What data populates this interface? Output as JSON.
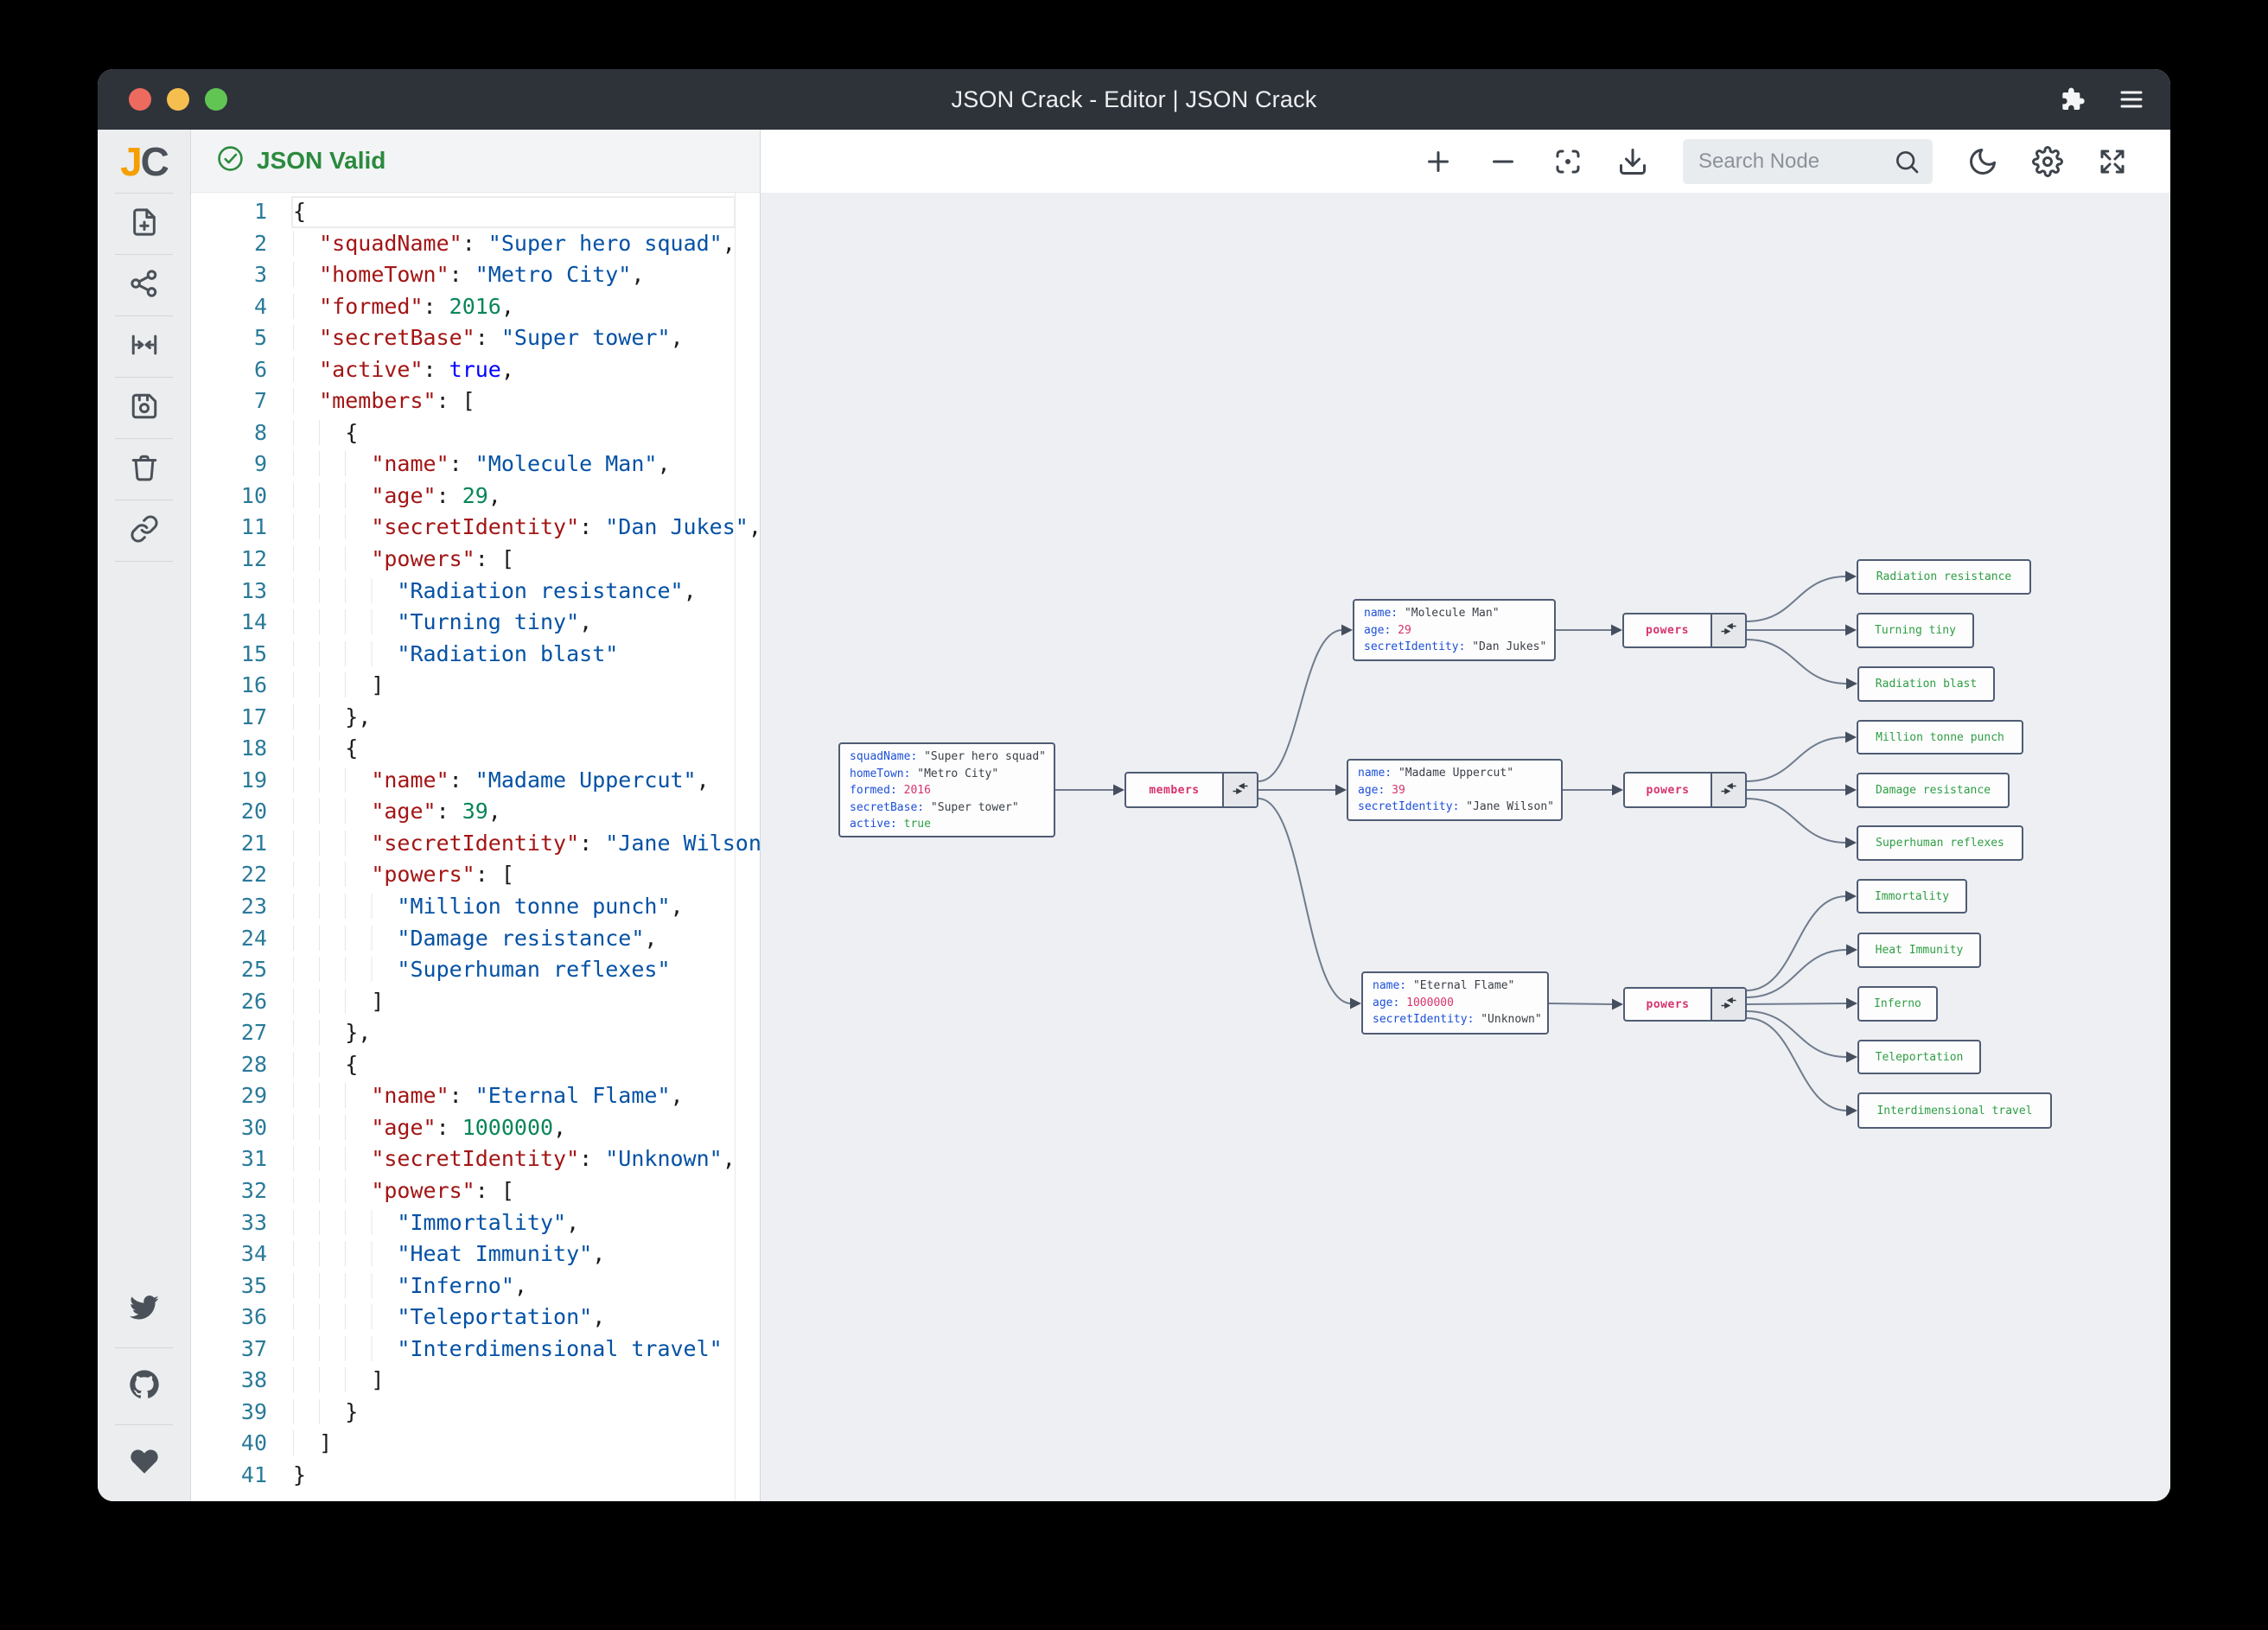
{
  "titlebar": {
    "title": "JSON Crack - Editor | JSON Crack",
    "traffic_lights": [
      "close",
      "minimize",
      "expand"
    ]
  },
  "sidebar": {
    "logo_j": "J",
    "logo_c": "C",
    "tools": [
      "new-document",
      "graph-view",
      "fit-view",
      "save",
      "delete",
      "share-link"
    ],
    "social": [
      "twitter",
      "github",
      "sponsor"
    ]
  },
  "status": {
    "valid_label": "JSON Valid"
  },
  "graph_toolbar": {
    "search_placeholder": "Search Node",
    "search_value": "",
    "icons": [
      "zoom-in",
      "zoom-out",
      "focus",
      "download",
      "search",
      "dark-mode",
      "settings",
      "fullscreen"
    ]
  },
  "colors": {
    "valid_green": "#2b8a3e",
    "editor_key": "#a31515",
    "editor_string": "#0451a5",
    "editor_number": "#098658",
    "editor_bool": "#0000ff",
    "line_number": "#2a7a99",
    "node_key_blue": "#1d50d8",
    "node_number_pink": "#d6336c",
    "node_bool_green": "#2f9e44",
    "leaf_green": "#2f9e44",
    "node_border": "#505c74",
    "edge_gray": "#6f7b8d",
    "titlebar_bg": "#2e333a",
    "traffic_red": "#ed6a5e",
    "traffic_yellow": "#f5bf4f",
    "traffic_green": "#61c554"
  },
  "editor": {
    "lines": [
      {
        "n": 1,
        "t": [
          [
            "p",
            "{"
          ]
        ]
      },
      {
        "n": 2,
        "t": [
          [
            "i",
            "  "
          ],
          [
            "k",
            "\"squadName\""
          ],
          [
            "p",
            ": "
          ],
          [
            "s",
            "\"Super hero squad\""
          ],
          [
            "p",
            ","
          ]
        ]
      },
      {
        "n": 3,
        "t": [
          [
            "i",
            "  "
          ],
          [
            "k",
            "\"homeTown\""
          ],
          [
            "p",
            ": "
          ],
          [
            "s",
            "\"Metro City\""
          ],
          [
            "p",
            ","
          ]
        ]
      },
      {
        "n": 4,
        "t": [
          [
            "i",
            "  "
          ],
          [
            "k",
            "\"formed\""
          ],
          [
            "p",
            ": "
          ],
          [
            "n",
            "2016"
          ],
          [
            "p",
            ","
          ]
        ]
      },
      {
        "n": 5,
        "t": [
          [
            "i",
            "  "
          ],
          [
            "k",
            "\"secretBase\""
          ],
          [
            "p",
            ": "
          ],
          [
            "s",
            "\"Super tower\""
          ],
          [
            "p",
            ","
          ]
        ]
      },
      {
        "n": 6,
        "t": [
          [
            "i",
            "  "
          ],
          [
            "k",
            "\"active\""
          ],
          [
            "p",
            ": "
          ],
          [
            "b",
            "true"
          ],
          [
            "p",
            ","
          ]
        ]
      },
      {
        "n": 7,
        "t": [
          [
            "i",
            "  "
          ],
          [
            "k",
            "\"members\""
          ],
          [
            "p",
            ": ["
          ]
        ]
      },
      {
        "n": 8,
        "t": [
          [
            "i",
            "    "
          ],
          [
            "p",
            "{"
          ]
        ]
      },
      {
        "n": 9,
        "t": [
          [
            "i",
            "      "
          ],
          [
            "k",
            "\"name\""
          ],
          [
            "p",
            ": "
          ],
          [
            "s",
            "\"Molecule Man\""
          ],
          [
            "p",
            ","
          ]
        ]
      },
      {
        "n": 10,
        "t": [
          [
            "i",
            "      "
          ],
          [
            "k",
            "\"age\""
          ],
          [
            "p",
            ": "
          ],
          [
            "n",
            "29"
          ],
          [
            "p",
            ","
          ]
        ]
      },
      {
        "n": 11,
        "t": [
          [
            "i",
            "      "
          ],
          [
            "k",
            "\"secretIdentity\""
          ],
          [
            "p",
            ": "
          ],
          [
            "s",
            "\"Dan Jukes\""
          ],
          [
            "p",
            ","
          ]
        ]
      },
      {
        "n": 12,
        "t": [
          [
            "i",
            "      "
          ],
          [
            "k",
            "\"powers\""
          ],
          [
            "p",
            ": ["
          ]
        ]
      },
      {
        "n": 13,
        "t": [
          [
            "i",
            "        "
          ],
          [
            "s",
            "\"Radiation resistance\""
          ],
          [
            "p",
            ","
          ]
        ]
      },
      {
        "n": 14,
        "t": [
          [
            "i",
            "        "
          ],
          [
            "s",
            "\"Turning tiny\""
          ],
          [
            "p",
            ","
          ]
        ]
      },
      {
        "n": 15,
        "t": [
          [
            "i",
            "        "
          ],
          [
            "s",
            "\"Radiation blast\""
          ]
        ]
      },
      {
        "n": 16,
        "t": [
          [
            "i",
            "      "
          ],
          [
            "p",
            "]"
          ]
        ]
      },
      {
        "n": 17,
        "t": [
          [
            "i",
            "    "
          ],
          [
            "p",
            "},"
          ]
        ]
      },
      {
        "n": 18,
        "t": [
          [
            "i",
            "    "
          ],
          [
            "p",
            "{"
          ]
        ]
      },
      {
        "n": 19,
        "t": [
          [
            "i",
            "      "
          ],
          [
            "k",
            "\"name\""
          ],
          [
            "p",
            ": "
          ],
          [
            "s",
            "\"Madame Uppercut\""
          ],
          [
            "p",
            ","
          ]
        ]
      },
      {
        "n": 20,
        "t": [
          [
            "i",
            "      "
          ],
          [
            "k",
            "\"age\""
          ],
          [
            "p",
            ": "
          ],
          [
            "n",
            "39"
          ],
          [
            "p",
            ","
          ]
        ]
      },
      {
        "n": 21,
        "t": [
          [
            "i",
            "      "
          ],
          [
            "k",
            "\"secretIdentity\""
          ],
          [
            "p",
            ": "
          ],
          [
            "s",
            "\"Jane Wilson\""
          ],
          [
            "p",
            ","
          ]
        ]
      },
      {
        "n": 22,
        "t": [
          [
            "i",
            "      "
          ],
          [
            "k",
            "\"powers\""
          ],
          [
            "p",
            ": ["
          ]
        ]
      },
      {
        "n": 23,
        "t": [
          [
            "i",
            "        "
          ],
          [
            "s",
            "\"Million tonne punch\""
          ],
          [
            "p",
            ","
          ]
        ]
      },
      {
        "n": 24,
        "t": [
          [
            "i",
            "        "
          ],
          [
            "s",
            "\"Damage resistance\""
          ],
          [
            "p",
            ","
          ]
        ]
      },
      {
        "n": 25,
        "t": [
          [
            "i",
            "        "
          ],
          [
            "s",
            "\"Superhuman reflexes\""
          ]
        ]
      },
      {
        "n": 26,
        "t": [
          [
            "i",
            "      "
          ],
          [
            "p",
            "]"
          ]
        ]
      },
      {
        "n": 27,
        "t": [
          [
            "i",
            "    "
          ],
          [
            "p",
            "},"
          ]
        ]
      },
      {
        "n": 28,
        "t": [
          [
            "i",
            "    "
          ],
          [
            "p",
            "{"
          ]
        ]
      },
      {
        "n": 29,
        "t": [
          [
            "i",
            "      "
          ],
          [
            "k",
            "\"name\""
          ],
          [
            "p",
            ": "
          ],
          [
            "s",
            "\"Eternal Flame\""
          ],
          [
            "p",
            ","
          ]
        ]
      },
      {
        "n": 30,
        "t": [
          [
            "i",
            "      "
          ],
          [
            "k",
            "\"age\""
          ],
          [
            "p",
            ": "
          ],
          [
            "n",
            "1000000"
          ],
          [
            "p",
            ","
          ]
        ]
      },
      {
        "n": 31,
        "t": [
          [
            "i",
            "      "
          ],
          [
            "k",
            "\"secretIdentity\""
          ],
          [
            "p",
            ": "
          ],
          [
            "s",
            "\"Unknown\""
          ],
          [
            "p",
            ","
          ]
        ]
      },
      {
        "n": 32,
        "t": [
          [
            "i",
            "      "
          ],
          [
            "k",
            "\"powers\""
          ],
          [
            "p",
            ": ["
          ]
        ]
      },
      {
        "n": 33,
        "t": [
          [
            "i",
            "        "
          ],
          [
            "s",
            "\"Immortality\""
          ],
          [
            "p",
            ","
          ]
        ]
      },
      {
        "n": 34,
        "t": [
          [
            "i",
            "        "
          ],
          [
            "s",
            "\"Heat Immunity\""
          ],
          [
            "p",
            ","
          ]
        ]
      },
      {
        "n": 35,
        "t": [
          [
            "i",
            "        "
          ],
          [
            "s",
            "\"Inferno\""
          ],
          [
            "p",
            ","
          ]
        ]
      },
      {
        "n": 36,
        "t": [
          [
            "i",
            "        "
          ],
          [
            "s",
            "\"Teleportation\""
          ],
          [
            "p",
            ","
          ]
        ]
      },
      {
        "n": 37,
        "t": [
          [
            "i",
            "        "
          ],
          [
            "s",
            "\"Interdimensional travel\""
          ]
        ]
      },
      {
        "n": 38,
        "t": [
          [
            "i",
            "      "
          ],
          [
            "p",
            "]"
          ]
        ]
      },
      {
        "n": 39,
        "t": [
          [
            "i",
            "    "
          ],
          [
            "p",
            "}"
          ]
        ]
      },
      {
        "n": 40,
        "t": [
          [
            "i",
            "  "
          ],
          [
            "p",
            "]"
          ]
        ]
      },
      {
        "n": 41,
        "t": [
          [
            "p",
            "}"
          ]
        ]
      }
    ]
  },
  "graph": {
    "object_nodes": [
      {
        "id": "root",
        "rows": [
          [
            "squadName",
            "\"Super hero squad\"",
            "str"
          ],
          [
            "homeTown",
            "\"Metro City\"",
            "str"
          ],
          [
            "formed",
            "2016",
            "num"
          ],
          [
            "secretBase",
            "\"Super tower\"",
            "str"
          ],
          [
            "active",
            "true",
            "bool"
          ]
        ]
      },
      {
        "id": "member1",
        "rows": [
          [
            "name",
            "\"Molecule Man\"",
            "str"
          ],
          [
            "age",
            "29",
            "num"
          ],
          [
            "secretIdentity",
            "\"Dan Jukes\"",
            "str"
          ]
        ]
      },
      {
        "id": "member2",
        "rows": [
          [
            "name",
            "\"Madame Uppercut\"",
            "str"
          ],
          [
            "age",
            "39",
            "num"
          ],
          [
            "secretIdentity",
            "\"Jane Wilson\"",
            "str"
          ]
        ]
      },
      {
        "id": "member3",
        "rows": [
          [
            "name",
            "\"Eternal Flame\"",
            "str"
          ],
          [
            "age",
            "1000000",
            "num"
          ],
          [
            "secretIdentity",
            "\"Unknown\"",
            "str"
          ]
        ]
      }
    ],
    "parent_nodes": [
      {
        "id": "members",
        "label": "members"
      },
      {
        "id": "powers1",
        "label": "powers"
      },
      {
        "id": "powers2",
        "label": "powers"
      },
      {
        "id": "powers3",
        "label": "powers"
      }
    ],
    "leaf_nodes": [
      {
        "id": "leaf_rr",
        "label": "Radiation resistance"
      },
      {
        "id": "leaf_tt",
        "label": "Turning tiny"
      },
      {
        "id": "leaf_rb",
        "label": "Radiation blast"
      },
      {
        "id": "leaf_mtp",
        "label": "Million tonne punch"
      },
      {
        "id": "leaf_dr",
        "label": "Damage resistance"
      },
      {
        "id": "leaf_sr",
        "label": "Superhuman reflexes"
      },
      {
        "id": "leaf_imm",
        "label": "Immortality"
      },
      {
        "id": "leaf_hi",
        "label": "Heat Immunity"
      },
      {
        "id": "leaf_inf",
        "label": "Inferno"
      },
      {
        "id": "leaf_tel",
        "label": "Teleportation"
      },
      {
        "id": "leaf_it",
        "label": "Interdimensional travel"
      }
    ]
  }
}
